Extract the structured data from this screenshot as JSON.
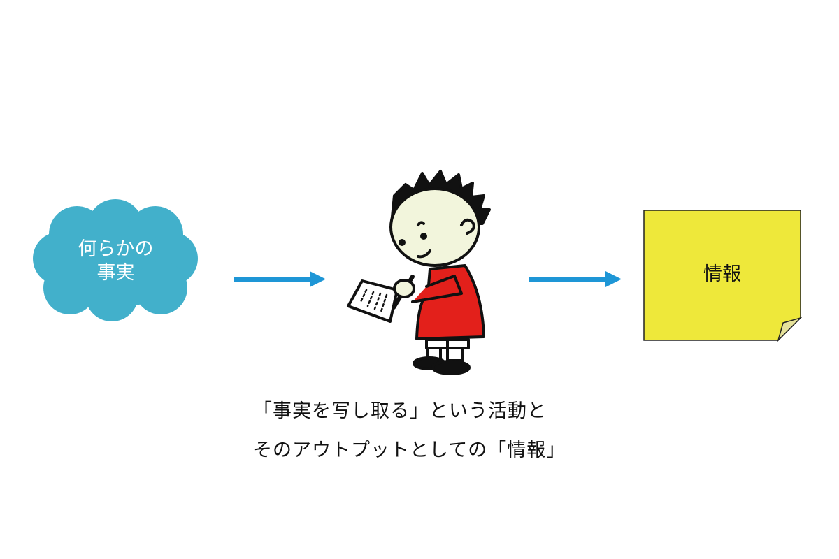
{
  "cloud": {
    "line1": "何らかの",
    "line2": "事実"
  },
  "note": {
    "label": "情報"
  },
  "caption": {
    "line1": "「事実を写し取る」という活動と",
    "line2": "そのアウトプットとしての「情報」"
  },
  "colors": {
    "cloud": "#42B0CB",
    "arrow": "#1E96D6",
    "note": "#EEE83A",
    "shirt": "#E3201B",
    "face": "#F2F5DC"
  }
}
